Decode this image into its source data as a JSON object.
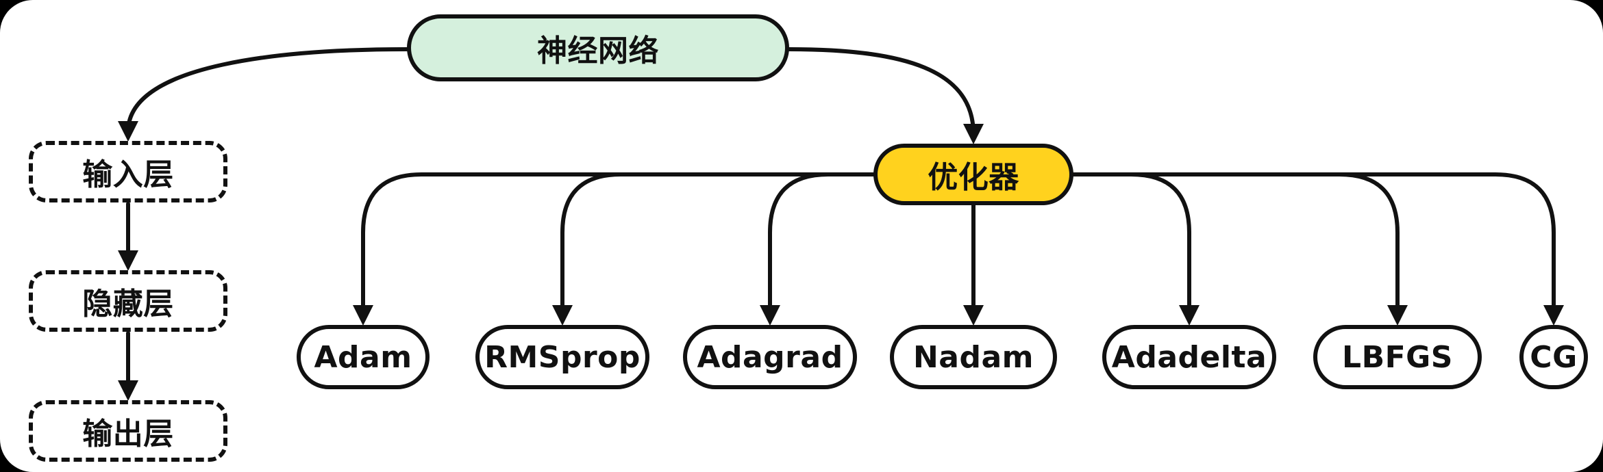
{
  "diagram": {
    "title_node": "神经网络",
    "colors": {
      "root_fill": "#d5f0dd",
      "optimizer_fill": "#ffd21e",
      "node_fill": "#ffffff",
      "stroke": "#111111",
      "surface": "#ffffff",
      "outside": "#000000"
    }
  },
  "nodes": {
    "root": {
      "label": "神经网络",
      "fill": "#d5f0dd"
    },
    "layers": [
      {
        "label": "输入层"
      },
      {
        "label": "隐藏层"
      },
      {
        "label": "输出层"
      }
    ],
    "optimizer": {
      "label": "优化器",
      "fill": "#ffd21e"
    },
    "optimizers": [
      {
        "label": "Adam"
      },
      {
        "label": "RMSprop"
      },
      {
        "label": "Adagrad"
      },
      {
        "label": "Nadam"
      },
      {
        "label": "Adadelta"
      },
      {
        "label": "LBFGS"
      },
      {
        "label": "CG"
      }
    ]
  }
}
